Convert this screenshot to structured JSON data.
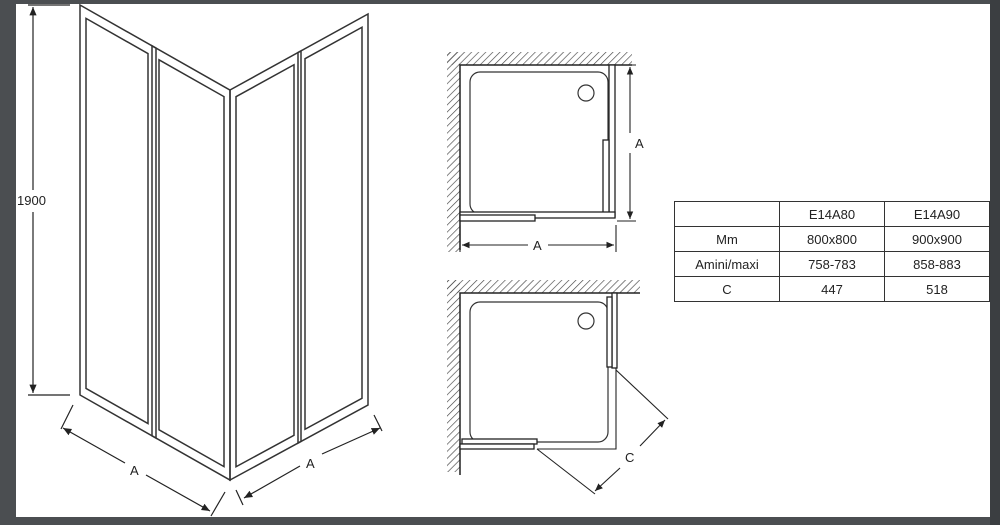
{
  "drawing": {
    "height_label": "1900",
    "width_label_left": "A",
    "width_label_right": "A",
    "plan1": {
      "dim_vertical": "A",
      "dim_horizontal": "A"
    },
    "plan2": {
      "dim_diagonal": "C"
    }
  },
  "table": {
    "header": [
      "",
      "E14A80",
      "E14A90"
    ],
    "rows": [
      [
        "Mm",
        "800x800",
        "900x900"
      ],
      [
        "Amini/maxi",
        "758-783",
        "858-883"
      ],
      [
        "C",
        "447",
        "518"
      ]
    ]
  }
}
